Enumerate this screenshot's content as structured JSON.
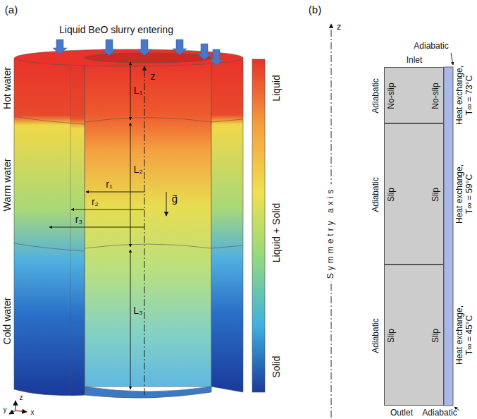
{
  "diagram": {
    "nodes": [
      {
        "text": [
          "Adiabatic",
          "No-slip",
          "No-slip"
        ]
      },
      {
        "text": [
          "Adiabatic",
          "Slip",
          "Slip"
        ]
      },
      {
        "text": [
          "Adiabatic",
          "Slip",
          "Slip"
        ]
      }
    ],
    "labels": [
      "(a)",
      "Liquid BeO slurry entering",
      "Hot water",
      "Warm water",
      "Cold water",
      "L₁",
      "L₂",
      "L₃",
      "z",
      "r₁",
      "r₂",
      "r₃",
      "g⃗",
      "Liquid",
      "Liquid + Solid",
      "Solid",
      "z",
      "y",
      "x",
      "(b)",
      "z",
      "Inlet",
      "Outlet",
      "Adiabatic",
      "Adiabatic",
      "Symmetry axis",
      "Heat exchange, T∞ = 73°C",
      "Heat exchange, T∞ = 59°C",
      "Heat exchange, T∞ = 45°C"
    ]
  }
}
